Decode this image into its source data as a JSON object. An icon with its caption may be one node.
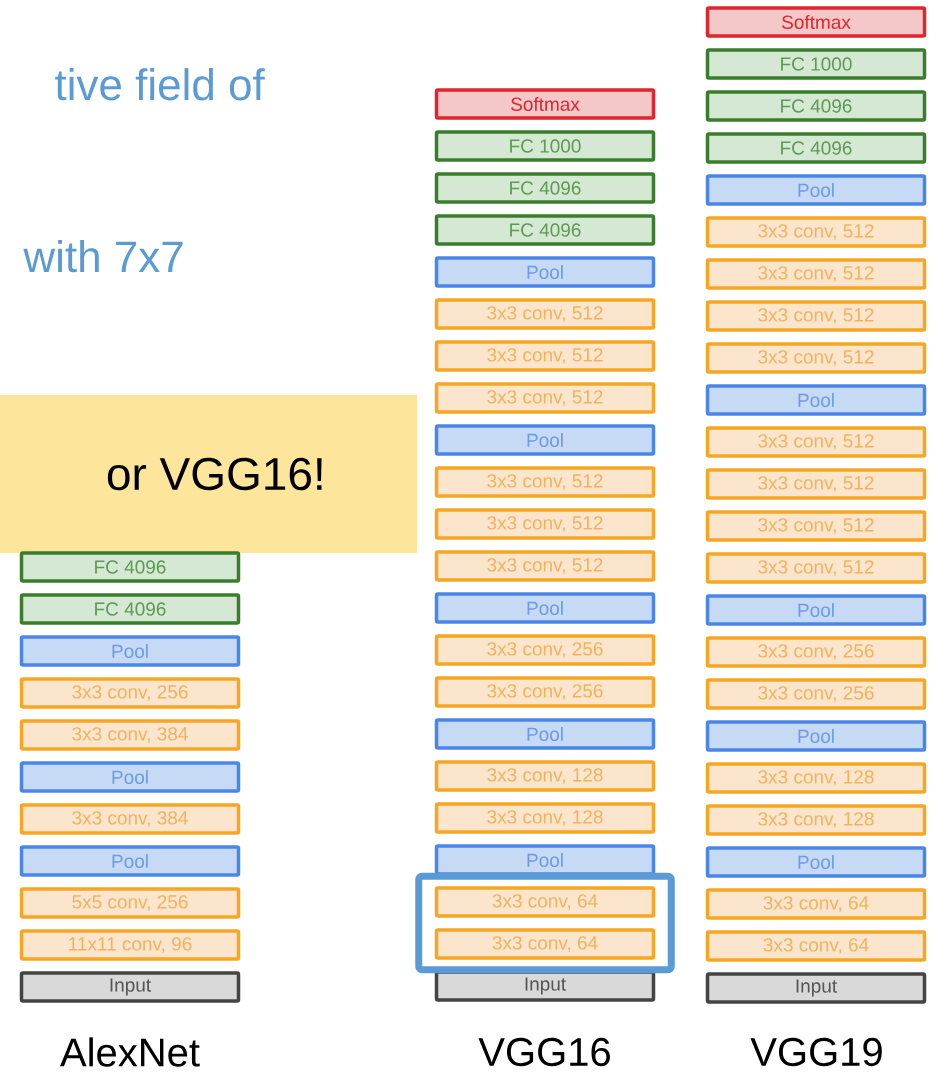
{
  "diagram": {
    "nodes": [
      {
        "text": [
          "or VGG16!"
        ]
      },
      {
        "text": [
          "FC 4096"
        ]
      },
      {
        "text": [
          "FC 4096"
        ]
      },
      {
        "text": [
          "Pool"
        ]
      },
      {
        "text": [
          "3x3 conv, 256"
        ]
      },
      {
        "text": [
          "3x3 conv, 384"
        ]
      },
      {
        "text": [
          "Pool"
        ]
      },
      {
        "text": [
          "3x3 conv, 384"
        ]
      },
      {
        "text": [
          "Pool"
        ]
      },
      {
        "text": [
          "5x5 conv, 256"
        ]
      },
      {
        "text": [
          "11x11 conv, 96"
        ]
      },
      {
        "text": [
          "Input"
        ]
      },
      {
        "text": [],
        "shape": "box"
      },
      {
        "text": [
          "Softmax"
        ]
      },
      {
        "text": [
          "FC 1000"
        ]
      },
      {
        "text": [
          "FC 4096"
        ]
      },
      {
        "text": [
          "FC 4096"
        ]
      },
      {
        "text": [
          "Pool"
        ]
      },
      {
        "text": [
          "3x3 conv, 512"
        ]
      },
      {
        "text": [
          "3x3 conv, 512"
        ]
      },
      {
        "text": [
          "3x3 conv, 512"
        ]
      },
      {
        "text": [
          "Pool"
        ]
      },
      {
        "text": [
          "3x3 conv, 512"
        ]
      },
      {
        "text": [
          "3x3 conv, 512"
        ]
      },
      {
        "text": [
          "3x3 conv, 512"
        ]
      },
      {
        "text": [
          "Pool"
        ]
      },
      {
        "text": [
          "3x3 conv, 256"
        ]
      },
      {
        "text": [
          "3x3 conv, 256"
        ]
      },
      {
        "text": [
          "Pool"
        ]
      },
      {
        "text": [
          "3x3 conv, 128"
        ]
      },
      {
        "text": [
          "3x3 conv, 128"
        ]
      },
      {
        "text": [
          "Pool"
        ]
      },
      {
        "text": [
          "3x3 conv, 64"
        ],
        "in": 12
      },
      {
        "text": [
          "3x3 conv, 64"
        ],
        "in": 12
      },
      {
        "text": [
          "Input"
        ]
      },
      {
        "text": [
          "Softmax"
        ]
      },
      {
        "text": [
          "FC 1000"
        ]
      },
      {
        "text": [
          "FC 4096"
        ]
      },
      {
        "text": [
          "FC 4096"
        ]
      },
      {
        "text": [
          "Pool"
        ]
      },
      {
        "text": [
          "3x3 conv, 512"
        ]
      },
      {
        "text": [
          "3x3 conv, 512"
        ]
      },
      {
        "text": [
          "3x3 conv, 512"
        ]
      },
      {
        "text": [
          "3x3 conv, 512"
        ]
      },
      {
        "text": [
          "Pool"
        ]
      },
      {
        "text": [
          "3x3 conv, 512"
        ]
      },
      {
        "text": [
          "3x3 conv, 512"
        ]
      },
      {
        "text": [
          "3x3 conv, 512"
        ]
      },
      {
        "text": [
          "3x3 conv, 512"
        ]
      },
      {
        "text": [
          "Pool"
        ]
      },
      {
        "text": [
          "3x3 conv, 256"
        ]
      },
      {
        "text": [
          "3x3 conv, 256"
        ]
      },
      {
        "text": [
          "Pool"
        ]
      },
      {
        "text": [
          "3x3 conv, 128"
        ]
      },
      {
        "text": [
          "3x3 conv, 128"
        ]
      },
      {
        "text": [
          "Pool"
        ]
      },
      {
        "text": [
          "3x3 conv, 64"
        ]
      },
      {
        "text": [
          "3x3 conv, 64"
        ]
      },
      {
        "text": [
          "Input"
        ]
      }
    ],
    "labels": [
      "tive field of",
      "with 7x7",
      "AlexNet",
      "VGG16",
      "VGG19"
    ]
  }
}
